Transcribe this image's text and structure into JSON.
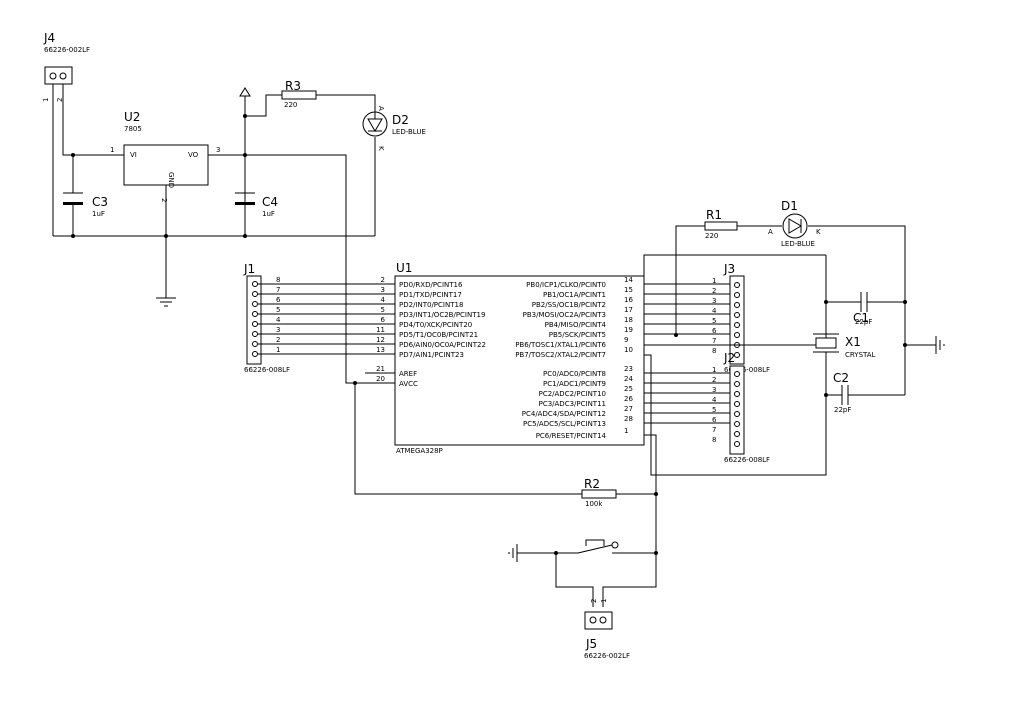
{
  "title": "",
  "components": {
    "J4": {
      "ref": "J4",
      "part": "66226-002LF",
      "pins": [
        "1",
        "2"
      ]
    },
    "U2": {
      "ref": "U2",
      "part": "7805",
      "pin_vi": "VI",
      "pin_vo": "VO",
      "pin_gnd": "GND",
      "pins": [
        "1",
        "3",
        "2"
      ]
    },
    "R3": {
      "ref": "R3",
      "value": "220"
    },
    "D2": {
      "ref": "D2",
      "part": "LED-BLUE",
      "a": "A",
      "k": "K"
    },
    "C3": {
      "ref": "C3",
      "value": "1uF"
    },
    "C4": {
      "ref": "C4",
      "value": "1uF"
    },
    "J1": {
      "ref": "J1",
      "part": "66226-008LF",
      "pins": [
        "8",
        "7",
        "6",
        "5",
        "4",
        "3",
        "2",
        "1"
      ]
    },
    "U1": {
      "ref": "U1",
      "part": "ATMEGA328P",
      "left": [
        {
          "pin": "2",
          "name": "PD0/RXD/PCINT16"
        },
        {
          "pin": "3",
          "name": "PD1/TXD/PCINT17"
        },
        {
          "pin": "4",
          "name": "PD2/INT0/PCINT18"
        },
        {
          "pin": "5",
          "name": "PD3/INT1/OC2B/PCINT19"
        },
        {
          "pin": "6",
          "name": "PD4/T0/XCK/PCINT20"
        },
        {
          "pin": "11",
          "name": "PD5/T1/OC0B/PCINT21"
        },
        {
          "pin": "12",
          "name": "PD6/AIN0/OC0A/PCINT22"
        },
        {
          "pin": "13",
          "name": "PD7/AIN1/PCINT23"
        },
        {
          "pin": "21",
          "name": "AREF"
        },
        {
          "pin": "20",
          "name": "AVCC"
        }
      ],
      "right": [
        {
          "pin": "14",
          "name": "PB0/ICP1/CLKO/PCINT0"
        },
        {
          "pin": "15",
          "name": "PB1/OC1A/PCINT1"
        },
        {
          "pin": "16",
          "name": "PB2/SS/OC1B/PCINT2"
        },
        {
          "pin": "17",
          "name": "PB3/MOSI/OC2A/PCINT3"
        },
        {
          "pin": "18",
          "name": "PB4/MISO/PCINT4"
        },
        {
          "pin": "19",
          "name": "PB5/SCK/PCINT5"
        },
        {
          "pin": "9",
          "name": "PB6/TOSC1/XTAL1/PCINT6"
        },
        {
          "pin": "10",
          "name": "PB7/TOSC2/XTAL2/PCINT7"
        },
        {
          "pin": "23",
          "name": "PC0/ADC0/PCINT8"
        },
        {
          "pin": "24",
          "name": "PC1/ADC1/PCINT9"
        },
        {
          "pin": "25",
          "name": "PC2/ADC2/PCINT10"
        },
        {
          "pin": "26",
          "name": "PC3/ADC3/PCINT11"
        },
        {
          "pin": "27",
          "name": "PC4/ADC4/SDA/PCINT12"
        },
        {
          "pin": "28",
          "name": "PC5/ADC5/SCL/PCINT13"
        },
        {
          "pin": "1",
          "name": "PC6/RESET/PCINT14"
        }
      ]
    },
    "J3": {
      "ref": "J3",
      "part": "66226-008LF",
      "pins": [
        "1",
        "2",
        "3",
        "4",
        "5",
        "6",
        "7",
        "8"
      ]
    },
    "J2": {
      "ref": "J2",
      "part": "66226-008LF",
      "pins": [
        "1",
        "2",
        "3",
        "4",
        "5",
        "6",
        "7",
        "8"
      ]
    },
    "R1": {
      "ref": "R1",
      "value": "220"
    },
    "D1": {
      "ref": "D1",
      "part": "LED-BLUE",
      "a": "A",
      "k": "K"
    },
    "C1": {
      "ref": "C1",
      "value": "22pF"
    },
    "C2": {
      "ref": "C2",
      "value": "22pF"
    },
    "X1": {
      "ref": "X1",
      "part": "CRYSTAL"
    },
    "R2": {
      "ref": "R2",
      "value": "100k"
    },
    "J5": {
      "ref": "J5",
      "part": "66226-002LF",
      "pins": [
        "2",
        "1"
      ]
    }
  }
}
